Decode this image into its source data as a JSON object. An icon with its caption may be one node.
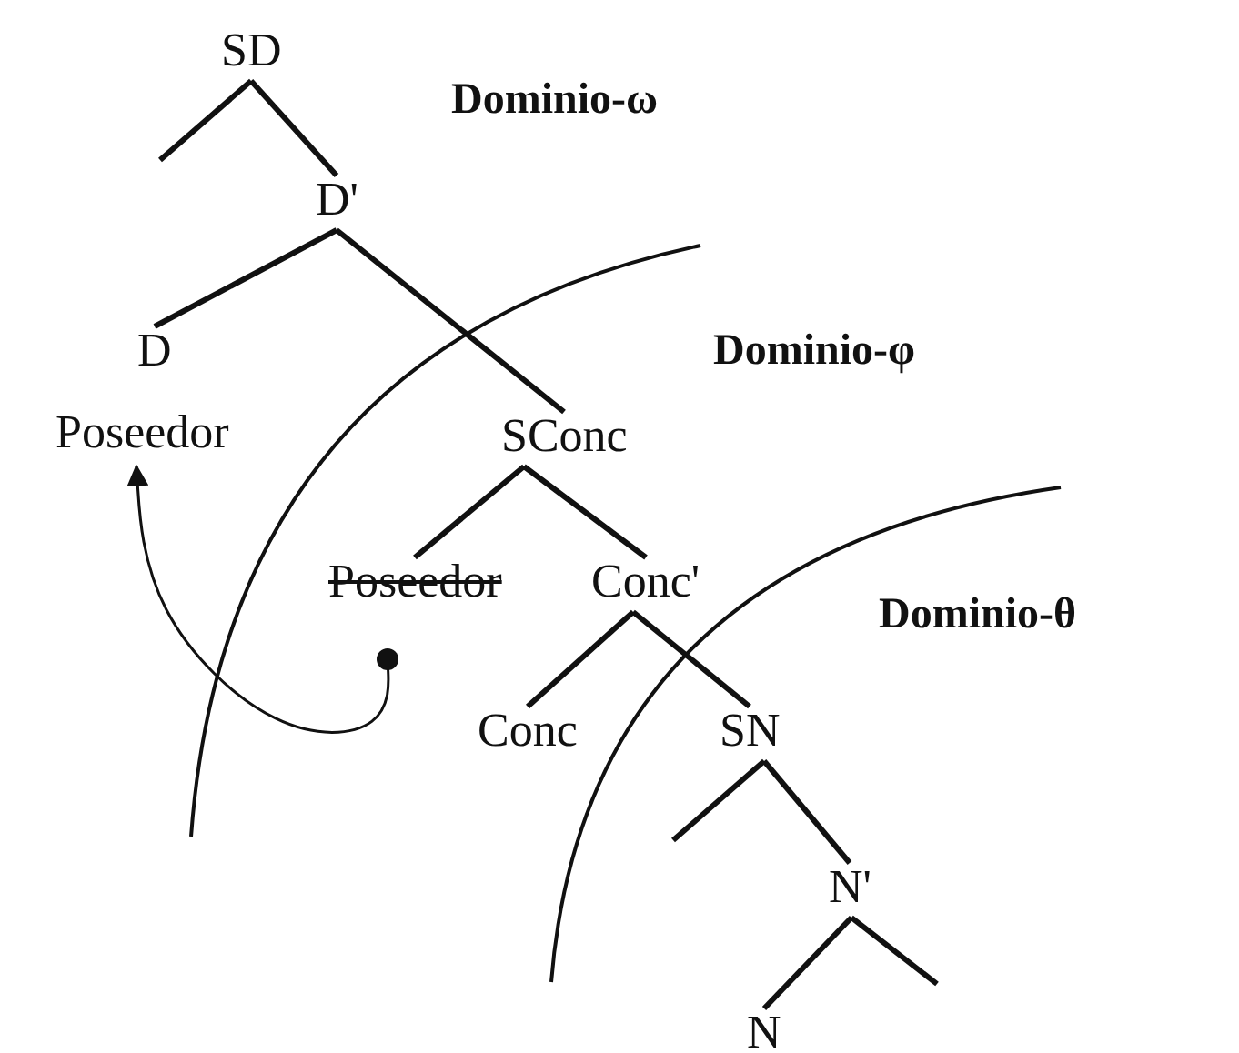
{
  "diagram": {
    "nodes": [
      {
        "text": [
          "SD"
        ]
      },
      {
        "text": [
          "D'"
        ]
      },
      {
        "text": [
          "D"
        ]
      },
      {
        "text": [
          "Poseedor"
        ]
      },
      {
        "text": [
          "SConc"
        ]
      },
      {
        "text": [
          "Poseedor"
        ]
      },
      {
        "text": [
          "Conc'"
        ]
      },
      {
        "text": [
          "Conc"
        ]
      },
      {
        "text": [
          "SN"
        ]
      },
      {
        "text": [
          "N'"
        ]
      },
      {
        "text": [
          "N"
        ]
      }
    ],
    "edges": [
      {
        "from": 0,
        "to": null,
        "arrow": "none"
      },
      {
        "from": 0,
        "to": 1,
        "arrow": "none"
      },
      {
        "from": 1,
        "to": 2,
        "arrow": "none"
      },
      {
        "from": 1,
        "to": 4,
        "arrow": "none"
      },
      {
        "from": 4,
        "to": 5,
        "arrow": "none"
      },
      {
        "from": 4,
        "to": 6,
        "arrow": "none"
      },
      {
        "from": 6,
        "to": 7,
        "arrow": "none"
      },
      {
        "from": 6,
        "to": 8,
        "arrow": "none"
      },
      {
        "from": 8,
        "to": null,
        "arrow": "none"
      },
      {
        "from": 8,
        "to": 9,
        "arrow": "none"
      },
      {
        "from": 9,
        "to": 10,
        "arrow": "none"
      },
      {
        "from": 9,
        "to": null,
        "arrow": "none"
      },
      {
        "from": 5,
        "to": 3,
        "arrow": "to"
      }
    ],
    "labels": [
      "Dominio-ω",
      "Dominio-φ",
      "Dominio-θ"
    ]
  }
}
